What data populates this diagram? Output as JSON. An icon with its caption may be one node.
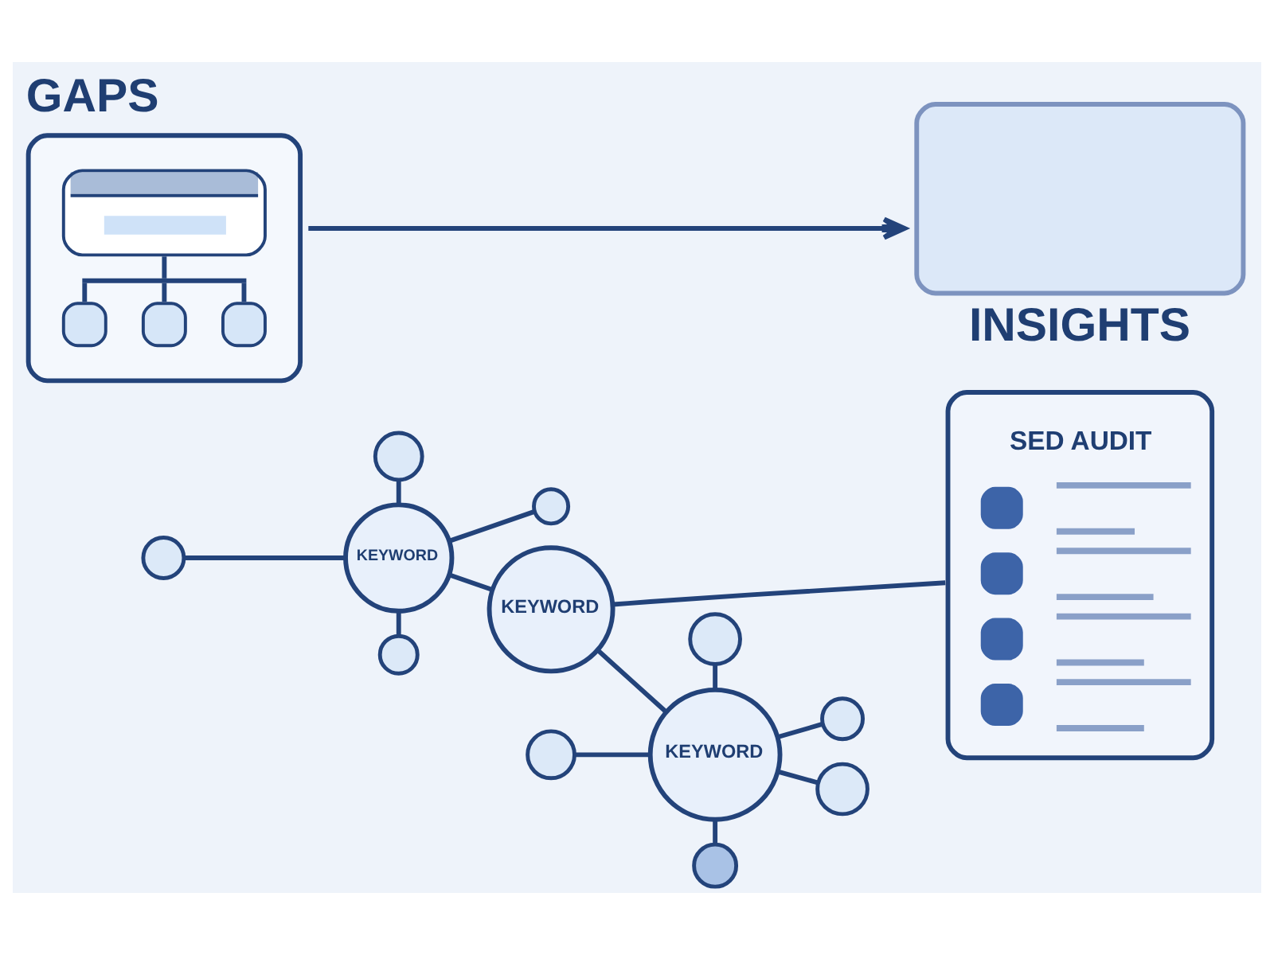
{
  "diagram": {
    "nodes": [
      {
        "text": [
          "GAPS"
        ]
      },
      {
        "text": [
          "INSIGHTS"
        ]
      },
      {
        "text": [
          "SED AUDIT"
        ]
      },
      {
        "text": [
          "KEYWORD"
        ]
      },
      {
        "text": [
          "KEYWORD"
        ]
      },
      {
        "text": [
          "KEYWORD"
        ]
      },
      {
        "text": [],
        "shape": "circle"
      },
      {
        "text": [],
        "shape": "circle"
      },
      {
        "text": [],
        "shape": "circle"
      },
      {
        "text": [],
        "shape": "circle"
      },
      {
        "text": [],
        "shape": "circle"
      },
      {
        "text": [],
        "shape": "circle"
      },
      {
        "text": [],
        "shape": "circle"
      },
      {
        "text": [],
        "shape": "circle"
      },
      {
        "text": [],
        "shape": "circle"
      }
    ],
    "edges": [
      {
        "from": 0,
        "to": 1,
        "arrow": "to"
      },
      {
        "from": 4,
        "to": 5,
        "arrow": "none"
      },
      {
        "from": 5,
        "to": 3,
        "arrow": "none"
      },
      {
        "from": 5,
        "to": 2,
        "arrow": "none"
      },
      {
        "from": 6,
        "to": 3,
        "arrow": "none"
      },
      {
        "from": 3,
        "to": 7,
        "arrow": "none"
      },
      {
        "from": 8,
        "to": 3,
        "arrow": "none"
      },
      {
        "from": 3,
        "to": 9,
        "arrow": "none"
      },
      {
        "from": 3,
        "to": 10,
        "arrow": "none"
      },
      {
        "from": 11,
        "to": 4,
        "arrow": "none"
      },
      {
        "from": 4,
        "to": 12,
        "arrow": "none"
      },
      {
        "from": 13,
        "to": 4,
        "arrow": "none"
      },
      {
        "from": 4,
        "to": 14,
        "arrow": "none"
      }
    ]
  }
}
